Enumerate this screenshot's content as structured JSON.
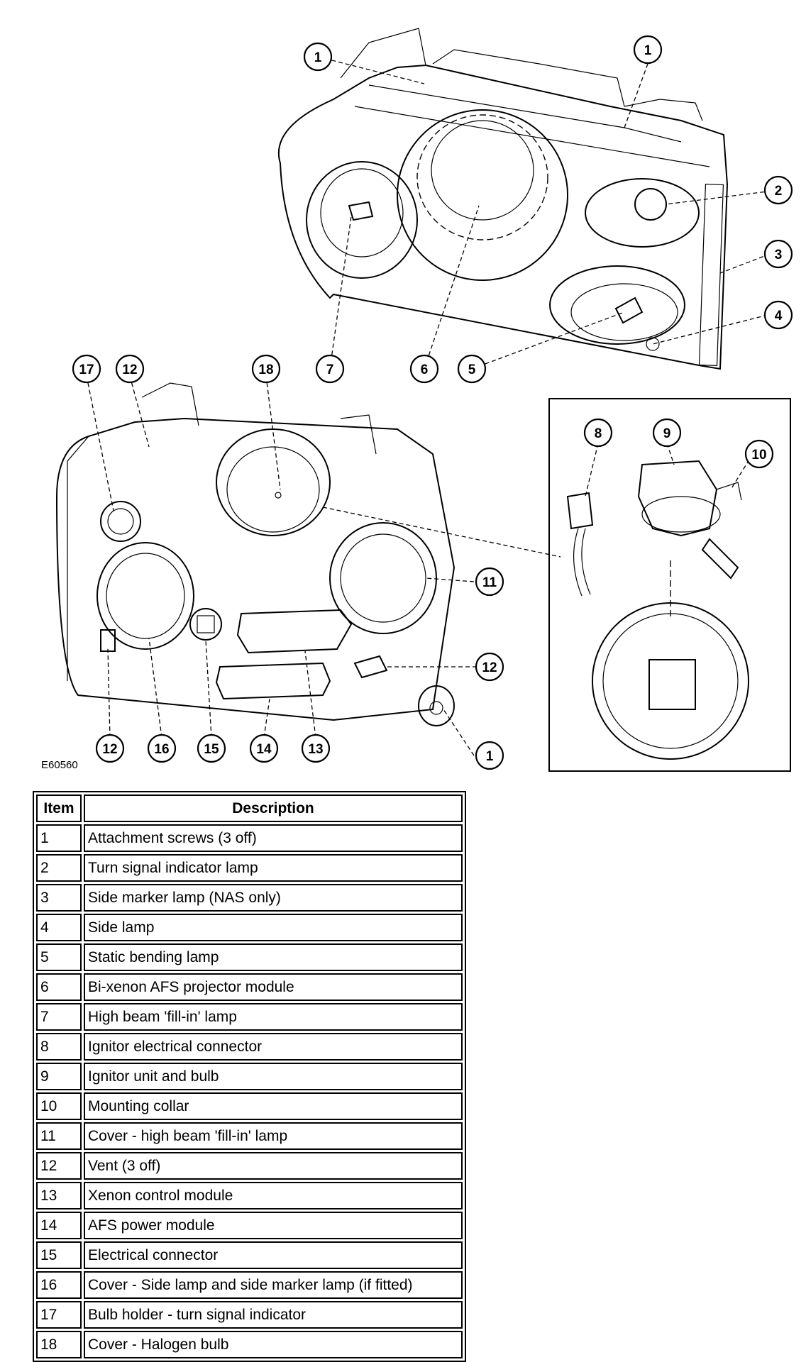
{
  "figure": {
    "id": "E60560",
    "callouts": [
      {
        "label": "1"
      },
      {
        "label": "1"
      },
      {
        "label": "2"
      },
      {
        "label": "3"
      },
      {
        "label": "4"
      },
      {
        "label": "5"
      },
      {
        "label": "6"
      },
      {
        "label": "7"
      },
      {
        "label": "17"
      },
      {
        "label": "12"
      },
      {
        "label": "18"
      },
      {
        "label": "8"
      },
      {
        "label": "9"
      },
      {
        "label": "10"
      },
      {
        "label": "11"
      },
      {
        "label": "12"
      },
      {
        "label": "1"
      },
      {
        "label": "12"
      },
      {
        "label": "16"
      },
      {
        "label": "15"
      },
      {
        "label": "14"
      },
      {
        "label": "13"
      },
      {
        "label": "1"
      }
    ]
  },
  "legend": {
    "header_item": "Item",
    "header_description": "Description",
    "rows": [
      {
        "item": "1",
        "description": "Attachment screws (3 off)"
      },
      {
        "item": "2",
        "description": "Turn signal indicator lamp"
      },
      {
        "item": "3",
        "description": "Side marker lamp (NAS only)"
      },
      {
        "item": "4",
        "description": "Side lamp"
      },
      {
        "item": "5",
        "description": "Static bending lamp"
      },
      {
        "item": "6",
        "description": "Bi-xenon AFS projector module"
      },
      {
        "item": "7",
        "description": "High beam 'fill-in' lamp"
      },
      {
        "item": "8",
        "description": "Ignitor electrical connector"
      },
      {
        "item": "9",
        "description": "Ignitor unit and bulb"
      },
      {
        "item": "10",
        "description": "Mounting collar"
      },
      {
        "item": "11",
        "description": "Cover - high beam 'fill-in' lamp"
      },
      {
        "item": "12",
        "description": "Vent (3 off)"
      },
      {
        "item": "13",
        "description": "Xenon control module"
      },
      {
        "item": "14",
        "description": "AFS power module"
      },
      {
        "item": "15",
        "description": "Electrical connector"
      },
      {
        "item": "16",
        "description": "Cover - Side lamp and side marker lamp (if fitted)"
      },
      {
        "item": "17",
        "description": "Bulb holder - turn signal indicator"
      },
      {
        "item": "18",
        "description": "Cover - Halogen bulb"
      }
    ]
  }
}
